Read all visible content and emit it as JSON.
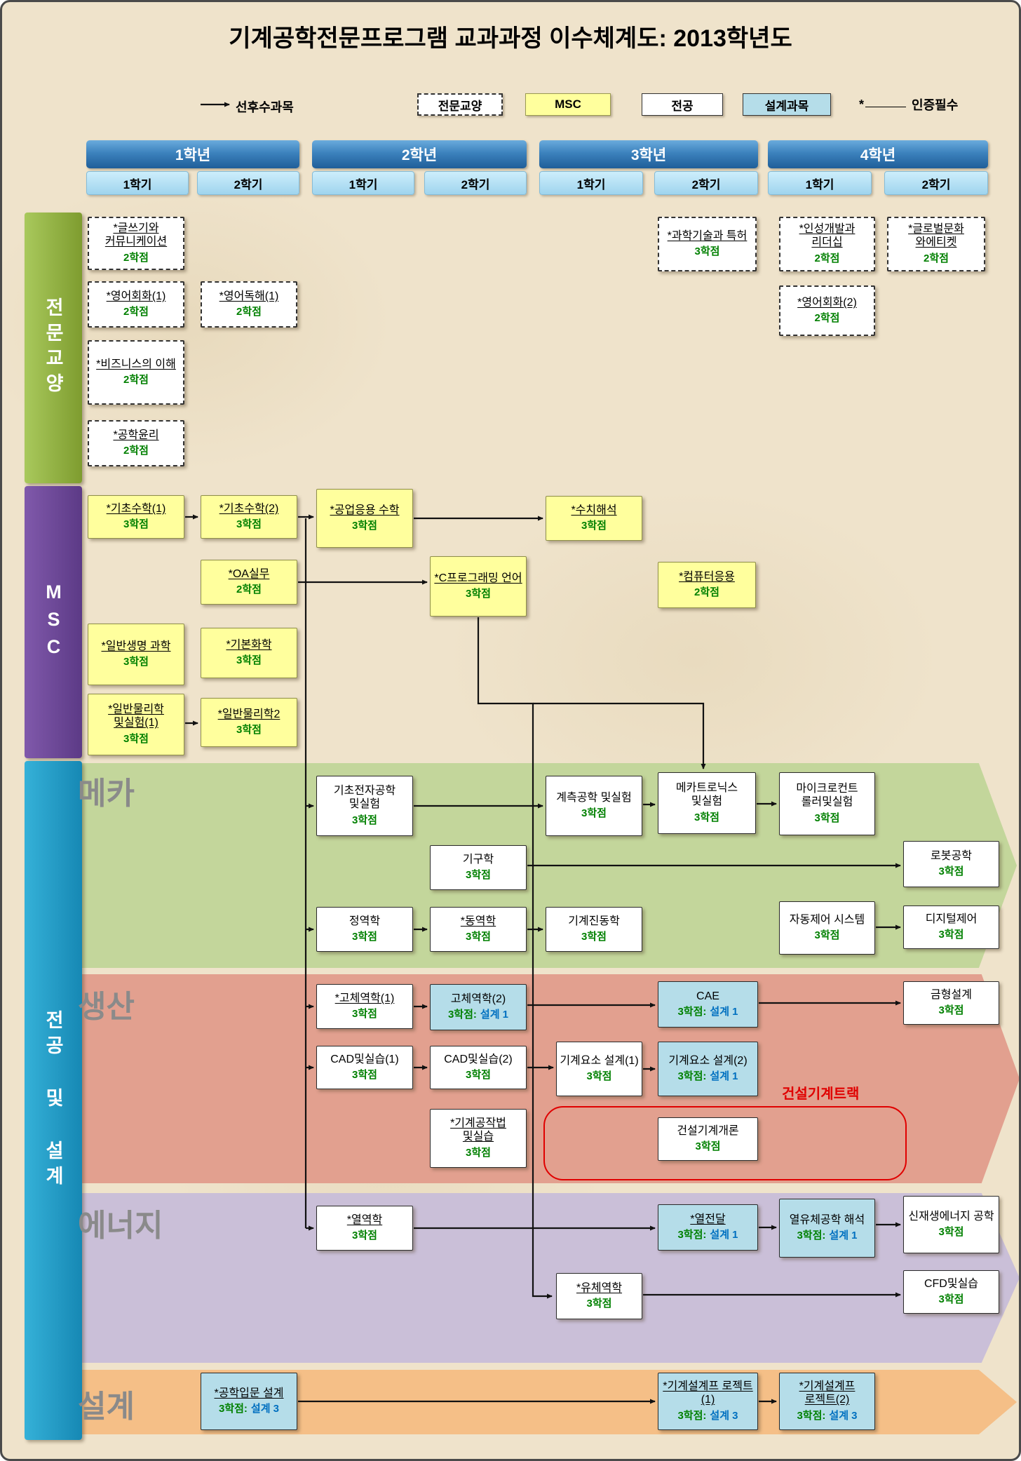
{
  "title": "기계공학전문프로그램 교과과정 이수체계도: 2013학년도",
  "legend": {
    "prereq": "선후수과목",
    "liberal": "전문교양",
    "msc": "MSC",
    "major": "전공",
    "design": "설계과목",
    "star": "*",
    "certification": "인증필수"
  },
  "years": [
    {
      "label": "1학년",
      "semesters": [
        "1학기",
        "2학기"
      ]
    },
    {
      "label": "2학년",
      "semesters": [
        "1학기",
        "2학기"
      ]
    },
    {
      "label": "3학년",
      "semesters": [
        "1학기",
        "2학기"
      ]
    },
    {
      "label": "4학년",
      "semesters": [
        "1학기",
        "2학기"
      ]
    }
  ],
  "side_labels": {
    "liberal": "전문교양",
    "msc": "MSC",
    "major_design": "전공 및 설계"
  },
  "bands": {
    "mecha": "메카",
    "production": "생산",
    "energy": "에너지",
    "design": "설계"
  },
  "construction_track": "건설기계트랙",
  "colors": {
    "msc_box": "#ffff9d",
    "design_box": "#b5dde9",
    "credit_green": "#008000",
    "design_blue": "#0070c0",
    "track_red": "#e00000"
  },
  "courses": {
    "writing_comm": {
      "title": "*글쓰기와 커뮤니케이션",
      "credit": "2학점"
    },
    "english_conv1": {
      "title": "*영어회화(1)",
      "credit": "2학점"
    },
    "business": {
      "title": "*비즈니스의 이해",
      "credit": "2학점"
    },
    "engineering_ethics": {
      "title": "*공학윤리",
      "credit": "2학점"
    },
    "english_reading1": {
      "title": "*영어독해(1)",
      "credit": "2학점"
    },
    "science_patent": {
      "title": "*과학기술과 특허",
      "credit": "3학점"
    },
    "character_leadership": {
      "title": "*인성개발과 리더십",
      "credit": "2학점"
    },
    "english_conv2": {
      "title": "*영어회화(2)",
      "credit": "2학점"
    },
    "global_culture": {
      "title": "*글로벌문화 와에티켓",
      "credit": "2학점"
    },
    "basic_math1": {
      "title": "*기초수학(1)",
      "credit": "3학점"
    },
    "basic_math2": {
      "title": "*기초수학(2)",
      "credit": "3학점"
    },
    "engineering_math": {
      "title": "*공업응용 수학",
      "credit": "3학점"
    },
    "numerical_analysis": {
      "title": "*수치해석",
      "credit": "3학점"
    },
    "oa_practice": {
      "title": "*OA실무",
      "credit": "2학점"
    },
    "c_programming": {
      "title": "*C프로그래밍 언어",
      "credit": "3학점"
    },
    "computer_app": {
      "title": "*컴퓨터응용",
      "credit": "2학점"
    },
    "general_biology": {
      "title": "*일반생명 과학",
      "credit": "3학점"
    },
    "basic_chemistry": {
      "title": "*기본화학",
      "credit": "3학점"
    },
    "general_physics1": {
      "title": "*일반물리학 및실험(1)",
      "credit": "3학점"
    },
    "general_physics2": {
      "title": "*일반물리학2",
      "credit": "3학점"
    },
    "basic_electronics": {
      "title": "기초전자공학 및실험",
      "credit": "3학점"
    },
    "instrumentation": {
      "title": "계측공학 및실험",
      "credit": "3학점"
    },
    "mechatronics": {
      "title": "메카트로닉스 및실험",
      "credit": "3학점"
    },
    "microcontroller": {
      "title": "마이크로컨트 롤러및실험",
      "credit": "3학점"
    },
    "mechanisms": {
      "title": "기구학",
      "credit": "3학점"
    },
    "robotics": {
      "title": "로봇공학",
      "credit": "3학점"
    },
    "statics": {
      "title": "정역학",
      "credit": "3학점"
    },
    "dynamics": {
      "title": "*동역학",
      "credit": "3학점"
    },
    "vibration": {
      "title": "기계진동학",
      "credit": "3학점"
    },
    "auto_control": {
      "title": "자동제어 시스템",
      "credit": "3학점"
    },
    "digital_control": {
      "title": "디지털제어",
      "credit": "3학점"
    },
    "solid_mechanics1": {
      "title": "*고체역학(1)",
      "credit": "3학점"
    },
    "solid_mechanics2": {
      "title": "고체역학(2)",
      "credit": "3학점:",
      "design": "설계 1"
    },
    "cae": {
      "title": "CAE",
      "credit": "3학점:",
      "design": "설계 1"
    },
    "mold_design": {
      "title": "금형설계",
      "credit": "3학점"
    },
    "cad1": {
      "title": "CAD및실습(1)",
      "credit": "3학점"
    },
    "cad2": {
      "title": "CAD및실습(2)",
      "credit": "3학점"
    },
    "machine_element1": {
      "title": "기계요소 설계(1)",
      "credit": "3학점"
    },
    "machine_element2": {
      "title": "기계요소 설계(2)",
      "credit": "3학점:",
      "design": "설계 1"
    },
    "manufacturing": {
      "title": "*기계공작법 및실습",
      "credit": "3학점"
    },
    "construction_intro": {
      "title": "건설기계개론",
      "credit": "3학점"
    },
    "thermodynamics": {
      "title": "*열역학",
      "credit": "3학점"
    },
    "heat_transfer": {
      "title": "*열전달",
      "credit": "3학점:",
      "design": "설계 1"
    },
    "thermofluid": {
      "title": "열유체공학 해석",
      "credit": "3학점:",
      "design": "설계 1"
    },
    "renewable": {
      "title": "신재생에너지 공학",
      "credit": "3학점"
    },
    "fluid_mechanics": {
      "title": "*유체역학",
      "credit": "3학점"
    },
    "cfd": {
      "title": "CFD및실습",
      "credit": "3학점"
    },
    "intro_design": {
      "title": "*공학입문 설계",
      "credit": "3학점:",
      "design": "설계 3"
    },
    "design_project1": {
      "title": "*기계설계프 로젝트(1)",
      "credit": "3학점:",
      "design": "설계 3"
    },
    "design_project2": {
      "title": "*기계설계프 로젝트(2)",
      "credit": "3학점:",
      "design": "설계 3"
    }
  }
}
